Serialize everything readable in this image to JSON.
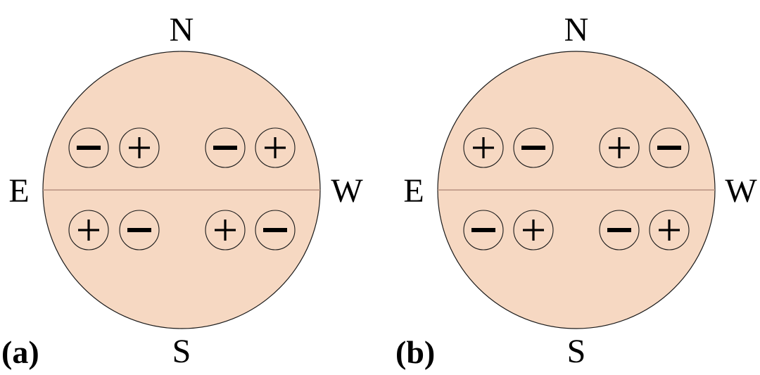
{
  "colors": {
    "disk_fill": "#f6d8c2",
    "equator_line": "#b58f80",
    "stroke": "#1a1a1a",
    "background": "#ffffff"
  },
  "panels": [
    {
      "label": "(a)",
      "compass": {
        "north": "N",
        "south": "S",
        "east": "E",
        "west": "W"
      },
      "upper_row": [
        "−",
        "+",
        "−",
        "+"
      ],
      "lower_row": [
        "+",
        "−",
        "+",
        "−"
      ]
    },
    {
      "label": "(b)",
      "compass": {
        "north": "N",
        "south": "S",
        "east": "E",
        "west": "W"
      },
      "upper_row": [
        "+",
        "−",
        "+",
        "−"
      ],
      "lower_row": [
        "−",
        "+",
        "−",
        "+"
      ]
    }
  ]
}
